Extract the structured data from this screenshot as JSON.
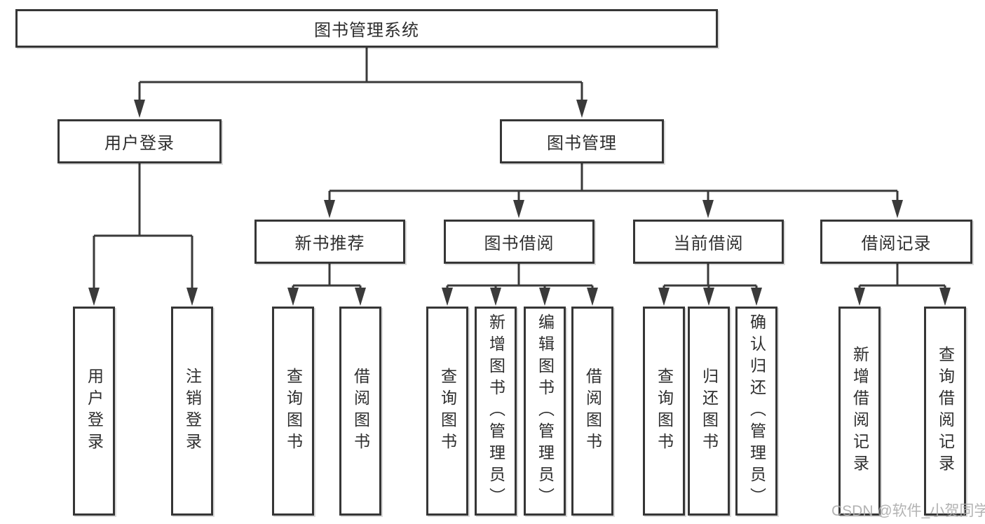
{
  "diagram": {
    "root": "图书管理系统",
    "level2": [
      "用户登录",
      "图书管理"
    ],
    "level3": [
      "新书推荐",
      "图书借阅",
      "当前借阅",
      "借阅记录"
    ],
    "children": {
      "user_login": [
        "用户登录",
        "注销登录"
      ],
      "new_book_recommendation": [
        "查询图书",
        "借阅图书"
      ],
      "book_borrowing": [
        "查询图书",
        "新增图书（管理员）",
        "编辑图书（管理员）",
        "借阅图书"
      ],
      "current_borrowing": [
        "查询图书",
        "归还图书",
        "确认归还（管理员）"
      ],
      "borrowing_records": [
        "新增借阅记录",
        "查询借阅记录"
      ]
    },
    "watermark": "CSDN @软件_小贺同学",
    "colors": {
      "line": "#3a3a3a",
      "box_border": "#363636",
      "box_fill": "#ffffff",
      "text": "#2e2e2e",
      "watermark": "#ababab"
    }
  }
}
